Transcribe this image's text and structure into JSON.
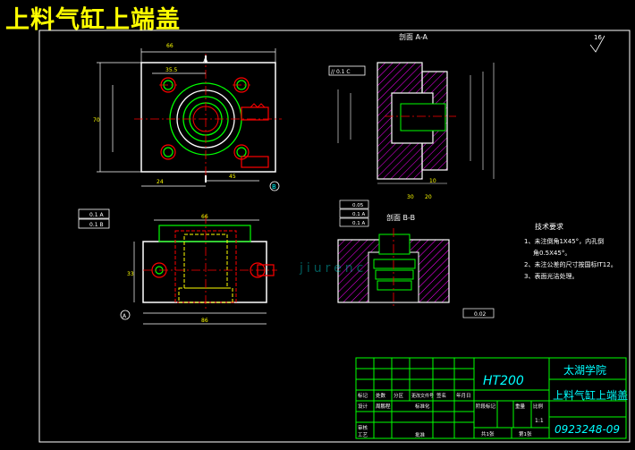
{
  "title": "上料气缸上端盖",
  "views": {
    "section_aa": "剖面 A-A",
    "section_bb": "剖面 B-B",
    "label_a": "A",
    "label_b": "B"
  },
  "roughness": "16",
  "watermark": "jiurenc",
  "tech_requirements": {
    "heading": "技术要求",
    "items": [
      "1、未注倒角1X45°，内孔倒",
      "角0.5X45°。",
      "2、未注公差的尺寸按国标IT12。",
      "3、表面光洁处理。"
    ]
  },
  "dims": {
    "top_width": "66",
    "top_35": "35.5",
    "top_height": "70",
    "top_24": "24",
    "top_45": "45",
    "front_66": "66",
    "front_86": "86",
    "front_33": "33",
    "sec_20": "20",
    "sec_30": "30",
    "sec_10": "10"
  },
  "tolerances": {
    "front_1": "0.1 A",
    "front_2": "0.1 B",
    "sec_1": "0.05",
    "sec_2": "0.1 A",
    "sec_3": "0.1 A",
    "parallel": "// 0.1 C",
    "bb_tol": "0.02"
  },
  "title_block": {
    "material": "HT200",
    "school": "太湖学院",
    "part_name": "上料气缸上端盖",
    "drawing_no": "0923248-09",
    "headers": [
      "标记",
      "处数",
      "分区",
      "更改文件号",
      "签名",
      "年月日"
    ],
    "row_design": [
      "设计",
      "周鹏程",
      "",
      "标准化",
      ""
    ],
    "stage_labels": [
      "阶段标记",
      "重量",
      "比例"
    ],
    "scale": "1:1",
    "row_review": [
      "审核"
    ],
    "row_process": [
      "工艺",
      "",
      "",
      "批准"
    ],
    "sheets_total": "共1张",
    "sheet_no": "第1张"
  }
}
